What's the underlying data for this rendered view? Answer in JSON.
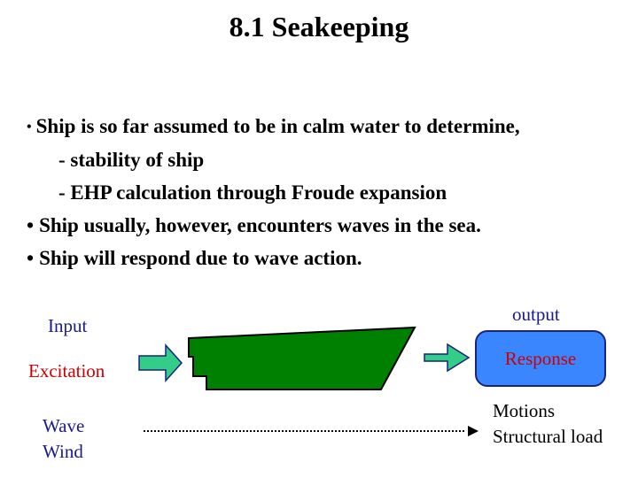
{
  "title": "8.1 Seakeeping",
  "bullets": {
    "b1": "Ship is so far assumed to be in calm water to determine,",
    "b1_sub1": "- stability of ship",
    "b1_sub2": "- EHP calculation through Froude expansion",
    "b2": "Ship usually, however, encounters waves in the sea.",
    "b3": "Ship will respond due to wave action.",
    "marker": "•"
  },
  "diagram": {
    "input_label": "Input",
    "excitation_label": "Excitation",
    "wave_label": "Wave",
    "wind_label": "Wind",
    "output_label": "output",
    "response_label": "Response",
    "motions_label": "Motions",
    "structural_label": "Structural load"
  },
  "colors": {
    "arrow_fill": "#33cc88",
    "ship_fill": "#008000",
    "response_fill": "#3a86ff",
    "label_navy": "#1a1a8c",
    "label_red": "#cc0000"
  }
}
